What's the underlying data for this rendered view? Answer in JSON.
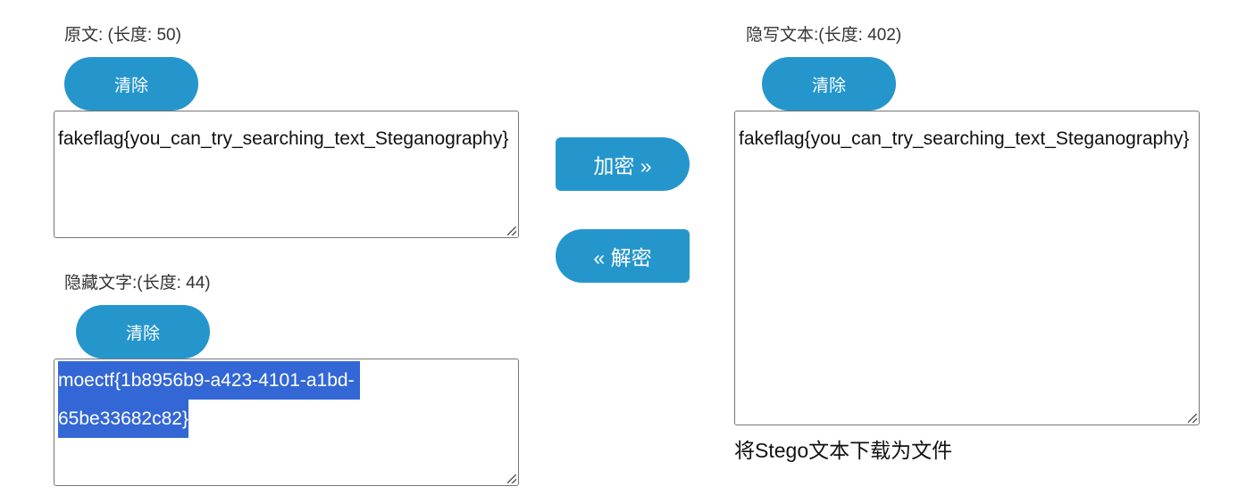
{
  "plaintext": {
    "label": "原文:  (长度: 50)",
    "clear": "清除",
    "value": "fakeflag{you_can_try_searching_text_Steganography}"
  },
  "hidden": {
    "label": "隐藏文字:(长度: 44)",
    "clear": "清除",
    "line1": "moectf{1b8956b9-a423-4101-a1bd-",
    "line2": "65be33682c82}"
  },
  "stego": {
    "label": "隐写文本:(长度: 402)",
    "clear": "清除",
    "value": "fakeflag{you_can_try_searching_text_Steganography}",
    "download": "将Stego文本下载为文件"
  },
  "actions": {
    "encrypt": "加密 »",
    "decrypt": "« 解密"
  },
  "colors": {
    "button": "#2596cc",
    "selection": "#3367d6"
  }
}
